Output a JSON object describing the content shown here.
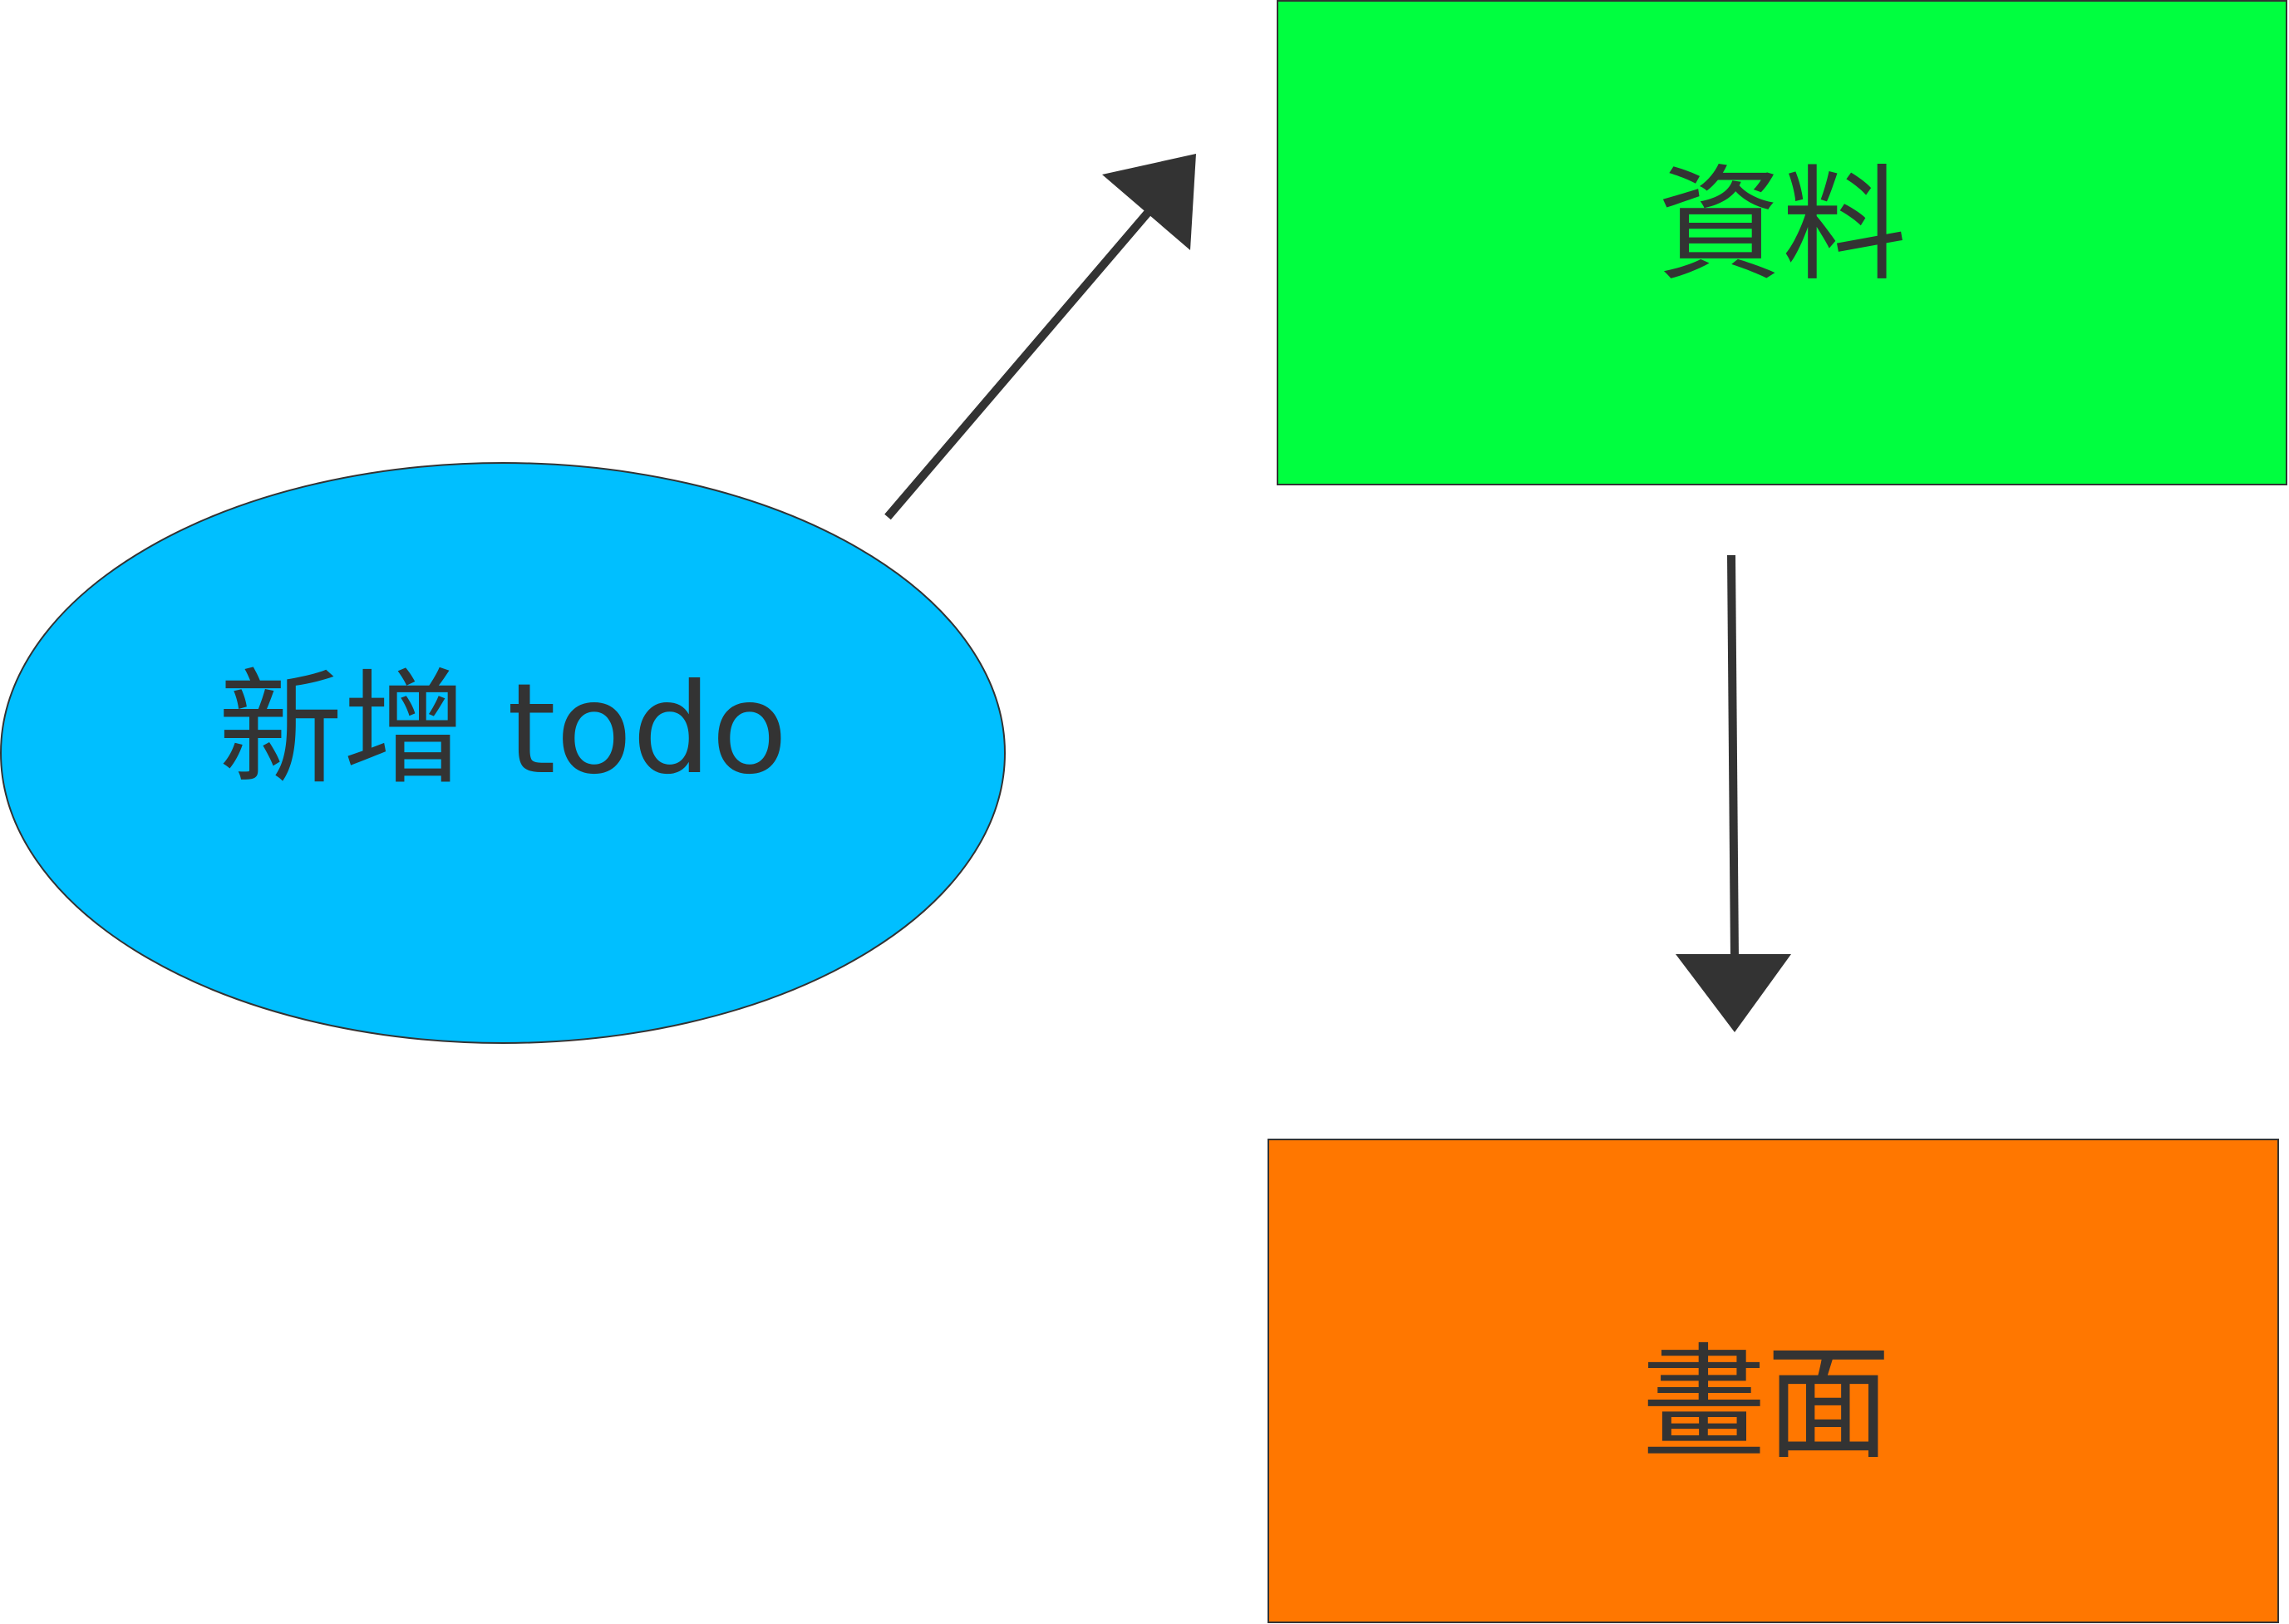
{
  "diagram": {
    "nodes": {
      "action": {
        "label": "新增 todo",
        "fill": "#00bfff"
      },
      "data": {
        "label": "資料",
        "fill": "#00ff3f"
      },
      "view": {
        "label": "畫面",
        "fill": "#ff7700"
      }
    },
    "edges": [
      {
        "from": "action",
        "to": "data"
      },
      {
        "from": "data",
        "to": "view"
      }
    ],
    "colors": {
      "stroke": "#333333",
      "background": "#ffffff"
    }
  }
}
